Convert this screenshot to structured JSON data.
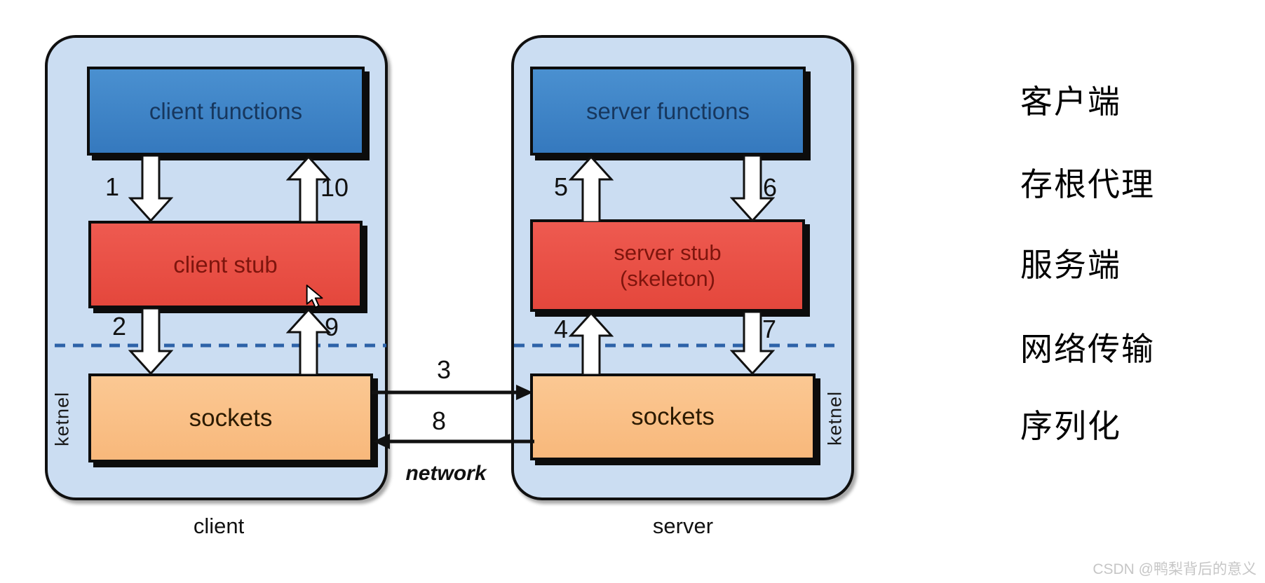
{
  "panels": {
    "client": {
      "caption": "client",
      "kernel": "ketnel",
      "functions": "client functions",
      "stub": "client stub",
      "sockets": "sockets"
    },
    "server": {
      "caption": "server",
      "kernel": "ketnel",
      "functions": "server functions",
      "stub_line1": "server stub",
      "stub_line2": "(skeleton)",
      "sockets": "sockets"
    }
  },
  "steps": {
    "s1": "1",
    "s2": "2",
    "s3": "3",
    "s4": "4",
    "s5": "5",
    "s6": "6",
    "s7": "7",
    "s8": "8",
    "s9": "9",
    "s10": "10"
  },
  "network_label": "network",
  "annotations": [
    "客户端",
    "存根代理",
    "服务端",
    "网络传输",
    "序列化"
  ],
  "watermark": "CSDN @鸭梨背后的意义",
  "colors": {
    "panel_fill": "#cbddf2",
    "functions_fill": "#3e86c9",
    "stub_fill": "#ea4b40",
    "sockets_fill": "#fac08a",
    "dashed_line": "#2d62a8",
    "functions_text": "#17375e",
    "stub_text": "#7e150d",
    "watermark_text": "#c6c6c6"
  }
}
